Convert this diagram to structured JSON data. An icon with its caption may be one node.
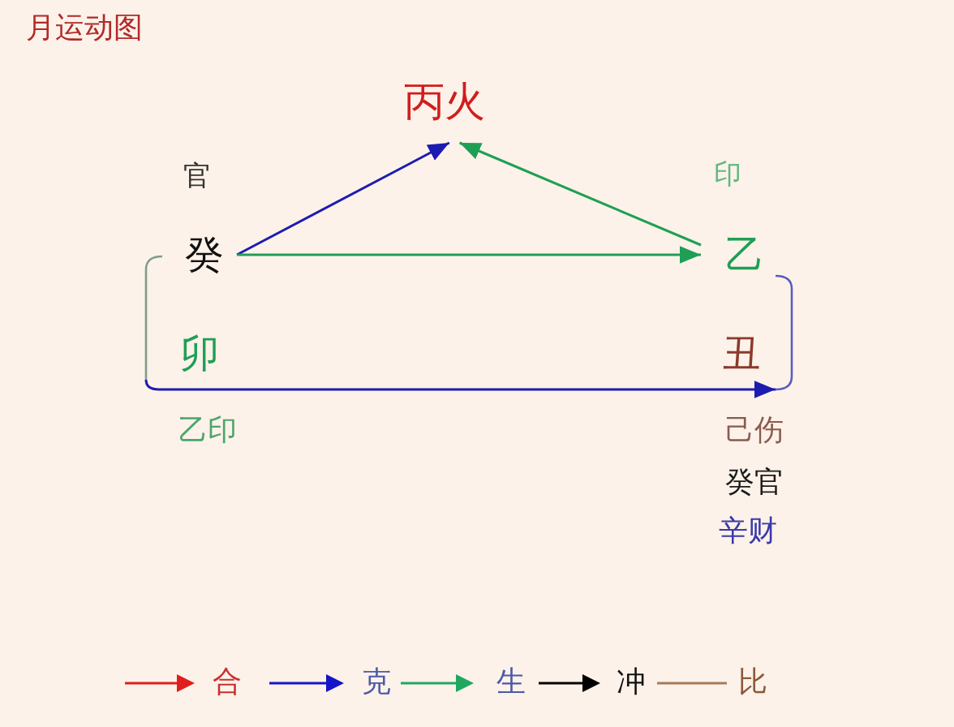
{
  "diagram": {
    "title": "月运动图",
    "nodes": [
      {
        "text": [
          "丙火"
        ]
      },
      {
        "text": [
          "癸"
        ],
        "beside": [
          "官"
        ]
      },
      {
        "text": [
          "乙"
        ],
        "beside": [
          "印"
        ]
      },
      {
        "text": [
          "卯"
        ],
        "beside": [
          "乙印"
        ]
      },
      {
        "text": [
          "丑"
        ],
        "beside": [
          "己伤",
          "癸官",
          "辛财"
        ]
      },
      {
        "text": [],
        "shape": "bracket"
      },
      {
        "text": [],
        "shape": "bracket"
      }
    ],
    "edges": [
      {
        "from": 1,
        "to": 0,
        "arrow": "to",
        "color": "#1c1cb0"
      },
      {
        "from": 2,
        "to": 0,
        "arrow": "to",
        "color": "#1f9f55"
      },
      {
        "from": 1,
        "to": 2,
        "arrow": "to",
        "color": "#1f9f55"
      },
      {
        "from": 5,
        "to": 6,
        "arrow": "to",
        "color": "#1c1cb0"
      }
    ],
    "legend": [
      {
        "text": "合"
      },
      {
        "text": "克"
      },
      {
        "text": "生"
      },
      {
        "text": "冲"
      },
      {
        "text": "比"
      }
    ]
  }
}
